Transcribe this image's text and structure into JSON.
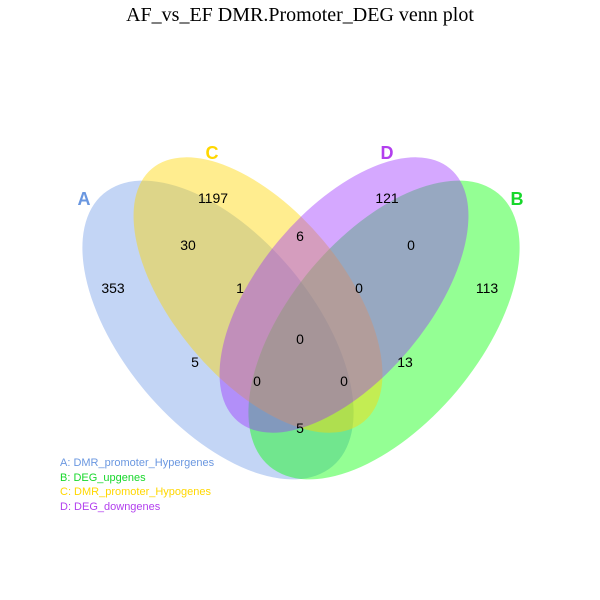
{
  "title": "AF_vs_EF DMR.Promoter_DEG venn plot",
  "sets": [
    {
      "id": "A",
      "label": "A",
      "name": "DMR_promoter_Hypergenes",
      "color": "#6A97E0",
      "fill": "#C3D5F5",
      "fill_opacity": 1.0
    },
    {
      "id": "B",
      "label": "B",
      "name": "DEG_upgenes",
      "color": "#17D72B",
      "fill": "#00FF00",
      "fill_opacity": 0.42
    },
    {
      "id": "C",
      "label": "C",
      "name": "DMR_promoter_Hypogenes",
      "color": "#FFD700",
      "fill": "#FFD700",
      "fill_opacity": 0.44
    },
    {
      "id": "D",
      "label": "D",
      "name": "DEG_downgenes",
      "color": "#B23FEE",
      "fill": "#9B30FF",
      "fill_opacity": 0.42
    }
  ],
  "regions": {
    "A": "353",
    "B": "113",
    "C": "1197",
    "D": "121",
    "AC": "30",
    "CD": "6",
    "BD": "0",
    "AD": "5",
    "BC": "13",
    "AB": "5",
    "ACD": "1",
    "BCD": "0",
    "ABD": "0",
    "ABC": "0",
    "ABCD": "0"
  },
  "legend": [
    {
      "text": "A: DMR_promoter_Hypergenes",
      "color": "#6A97E0"
    },
    {
      "text": "B: DEG_upgenes",
      "color": "#17D72B"
    },
    {
      "text": "C: DMR_promoter_Hypogenes",
      "color": "#FFD700"
    },
    {
      "text": "D: DEG_downgenes",
      "color": "#B23FEE"
    }
  ]
}
